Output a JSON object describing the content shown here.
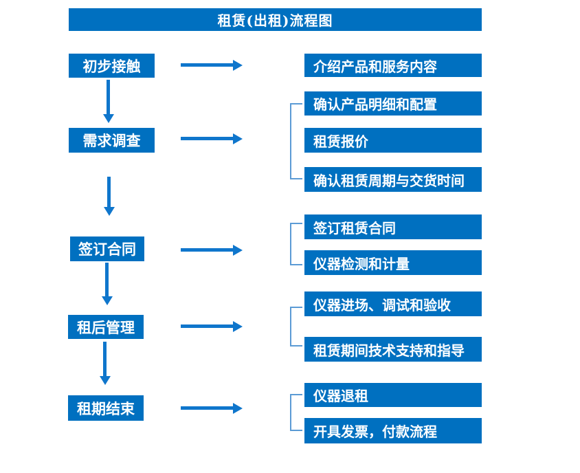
{
  "title": "租赁(出租)流程图",
  "colors": {
    "box_fill": "#0070C0",
    "arrow": "#0F76CC",
    "bracket": "#5B9BD5",
    "text": "#FFFFFF",
    "background": "#FFFFFF"
  },
  "steps": [
    {
      "label": "初步接触",
      "details": [
        "介绍产品和服务内容"
      ]
    },
    {
      "label": "需求调查",
      "details": [
        "确认产品明细和配置",
        "租赁报价",
        "确认租赁周期与交货时间"
      ]
    },
    {
      "label": "签订合同",
      "details": [
        "签订租赁合同",
        "仪器检测和计量"
      ]
    },
    {
      "label": "租后管理",
      "details": [
        "仪器进场、调试和验收",
        "租赁期间技术支持和指导"
      ]
    },
    {
      "label": "租期结束",
      "details": [
        "仪器退租",
        "开具发票，付款流程"
      ]
    }
  ]
}
